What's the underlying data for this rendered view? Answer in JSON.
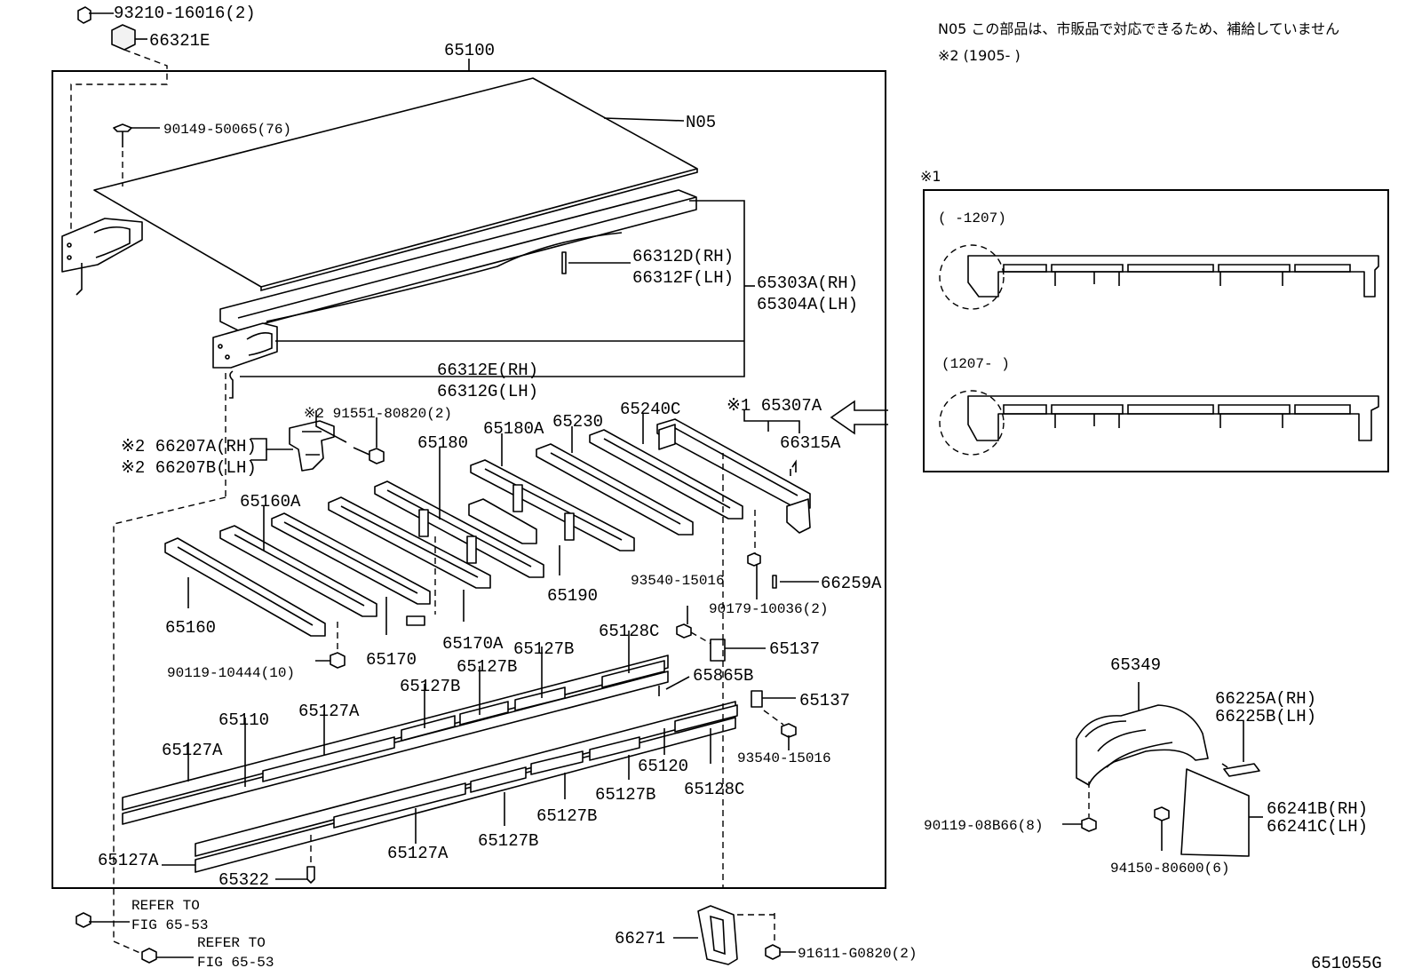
{
  "diagram_id": "651055G",
  "notes": {
    "line1": "N05  この部品は、市販品で対応できるため、補給していません",
    "line2": "※2 (1905-      )"
  },
  "inset": {
    "marker": "※1",
    "range_a": "(    -1207)",
    "range_b": "(1207-    )"
  },
  "labels": {
    "p93210": "93210-16016(2)",
    "p66321E": "66321E",
    "p65100": "65100",
    "p90149": "90149-50065(76)",
    "pN05": "N05",
    "p66312D": "66312D(RH)",
    "p66312F": "66312F(LH)",
    "p65303A": "65303A(RH)",
    "p65304A": "65304A(LH)",
    "p66312E": "66312E(RH)",
    "p66312G": "66312G(LH)",
    "p91551": "※2 91551-80820(2)",
    "p66207A": "※2 66207A(RH)",
    "p66207B": "※2 66207B(LH)",
    "p65307A": "※1 65307A",
    "p66315A": "66315A",
    "p65180A": "65180A",
    "p65230": "65230",
    "p65240C": "65240C",
    "p65180": "65180",
    "p65160A": "65160A",
    "p65190": "65190",
    "p93540a": "93540-15016",
    "p66259A": "66259A",
    "p90179": "90179-10036(2)",
    "p65160": "65160",
    "p65170": "65170",
    "p65170A": "65170A",
    "p65137a": "65137",
    "p90119a": "90119-10444(10)",
    "p65128Ca": "65128C",
    "p65127Ba": "65127B",
    "p65127Bb": "65127B",
    "p65127Bc": "65127B",
    "p65865B": "65865B",
    "p65137b": "65137",
    "p65110": "65110",
    "p65127Aa": "65127A",
    "p65127Ab": "65127A",
    "p93540b": "93540-15016",
    "p65120": "65120",
    "p65127Bd": "65127B",
    "p65128Cb": "65128C",
    "p65127Be": "65127B",
    "p65127Bf": "65127B",
    "p65127Ac": "65127A",
    "p65127Ad": "65127A",
    "p65322": "65322",
    "pRefer1a": "REFER TO",
    "pRefer1b": "FIG 65-53",
    "pRefer2a": "REFER TO",
    "pRefer2b": "FIG 65-53",
    "p66271": "66271",
    "p91611": "91611-G0820(2)",
    "p65349": "65349",
    "p66225A": "66225A(RH)",
    "p66225B": "66225B(LH)",
    "p90119b": "90119-08B66(8)",
    "p66241B": "66241B(RH)",
    "p66241C": "66241C(LH)",
    "p94150": "94150-80600(6)"
  }
}
